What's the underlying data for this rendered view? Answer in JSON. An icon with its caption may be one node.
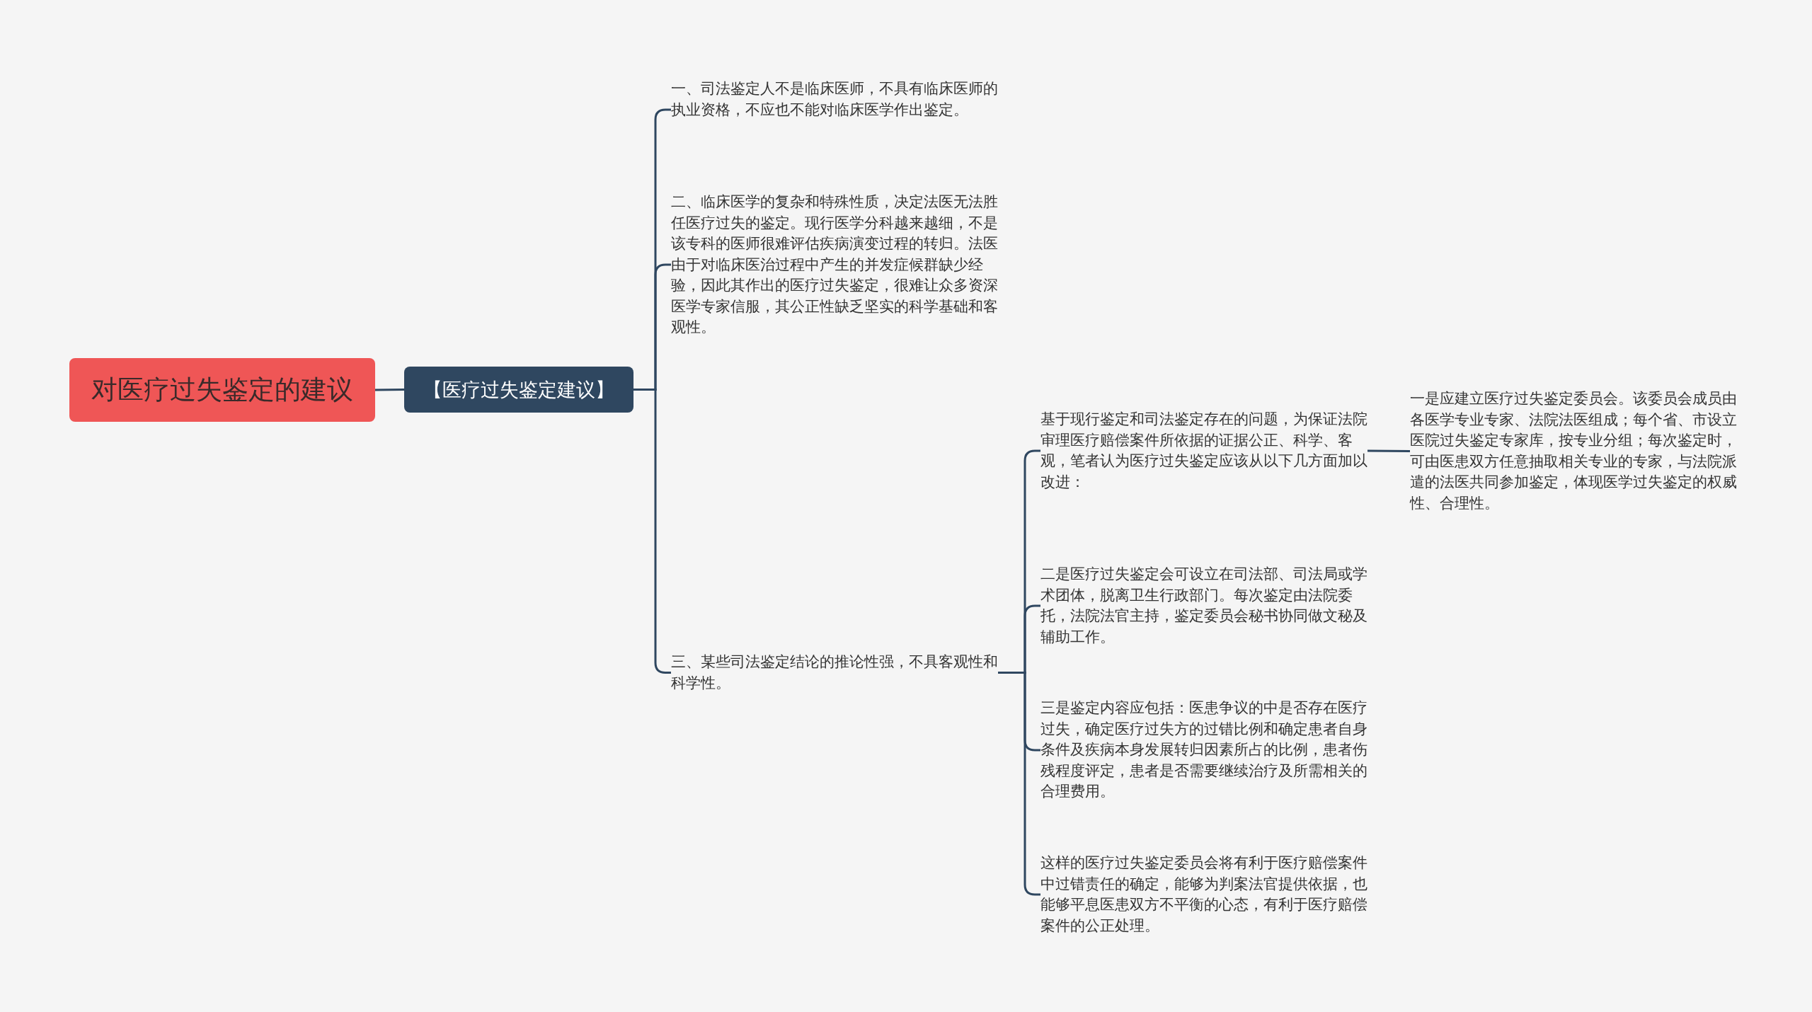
{
  "diagram": {
    "nodes": [
      {
        "text": [
          "对医疗过失鉴定的建议"
        ]
      },
      {
        "text": [
          "【医疗过失鉴定建议】"
        ]
      },
      {
        "text": [
          "一、司法鉴定人不是临床医师，不具有临床医师的执业资格，不应也不能对临床医学作出鉴定。"
        ]
      },
      {
        "text": [
          "二、临床医学的复杂和特殊性质，决定法医无法胜任医疗过失的鉴定。现行医学分科越来越细，不是该专科的医师很难评估疾病演变过程的转归。法医由于对临床医治过程中产生的并发症候群缺少经验，因此其作出的医疗过失鉴定，很难让众多资深医学专家信服，其公正性缺乏坚实的科学基础和客观性。"
        ]
      },
      {
        "text": [
          "三、某些司法鉴定结论的推论性强，不具客观性和科学性。"
        ]
      },
      {
        "text": [
          "基于现行鉴定和司法鉴定存在的问题，为保证法院审理医疗赔偿案件所依据的证据公正、科学、客观，笔者认为医疗过失鉴定应该从以下几方面加以改进："
        ]
      },
      {
        "text": [
          "二是医疗过失鉴定会可设立在司法部、司法局或学术团体，脱离卫生行政部门。每次鉴定由法院委托，法院法官主持，鉴定委员会秘书协同做文秘及辅助工作。"
        ]
      },
      {
        "text": [
          "三是鉴定内容应包括：医患争议的中是否存在医疗过失，确定医疗过失方的过错比例和确定患者自身条件及疾病本身发展转归因素所占的比例，患者伤残程度评定，患者是否需要继续治疗及所需相关的合理费用。"
        ]
      },
      {
        "text": [
          "这样的医疗过失鉴定委员会将有利于医疗赔偿案件中过错责任的确定，能够为判案法官提供依据，也能够平息医患双方不平衡的心态，有利于医疗赔偿案件的公正处理。"
        ]
      },
      {
        "text": [
          "一是应建立医疗过失鉴定委员会。该委员会成员由各医学专业专家、法院法医组成；每个省、市设立医院过失鉴定专家库，按专业分组；每次鉴定时，可由医患双方任意抽取相关专业的专家，与法院派遣的法医共同参加鉴定，体现医学过失鉴定的权威性、合理性。"
        ]
      }
    ],
    "edges": [
      {
        "from": 0,
        "to": 1,
        "arrow": "none"
      },
      {
        "from": 1,
        "to": 2,
        "arrow": "none"
      },
      {
        "from": 1,
        "to": 3,
        "arrow": "none"
      },
      {
        "from": 1,
        "to": 4,
        "arrow": "none"
      },
      {
        "from": 4,
        "to": 5,
        "arrow": "none"
      },
      {
        "from": 4,
        "to": 6,
        "arrow": "none"
      },
      {
        "from": 4,
        "to": 7,
        "arrow": "none"
      },
      {
        "from": 4,
        "to": 8,
        "arrow": "none"
      },
      {
        "from": 5,
        "to": 9,
        "arrow": "none"
      }
    ]
  }
}
